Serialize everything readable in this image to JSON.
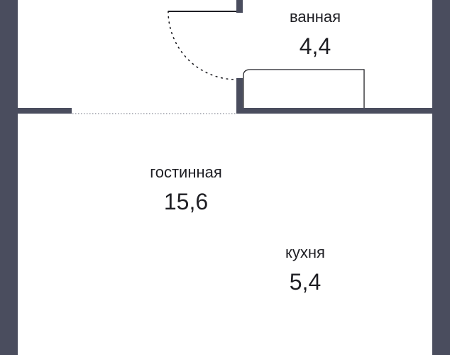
{
  "floor_plan": {
    "wall_color": "#4a4d5e",
    "background_color": "#ffffff",
    "rooms": [
      {
        "id": "bathroom",
        "name": "ванная",
        "area": "4,4"
      },
      {
        "id": "living",
        "name": "гостинная",
        "area": "15,6"
      },
      {
        "id": "kitchen",
        "name": "кухня",
        "area": "5,4"
      }
    ]
  }
}
